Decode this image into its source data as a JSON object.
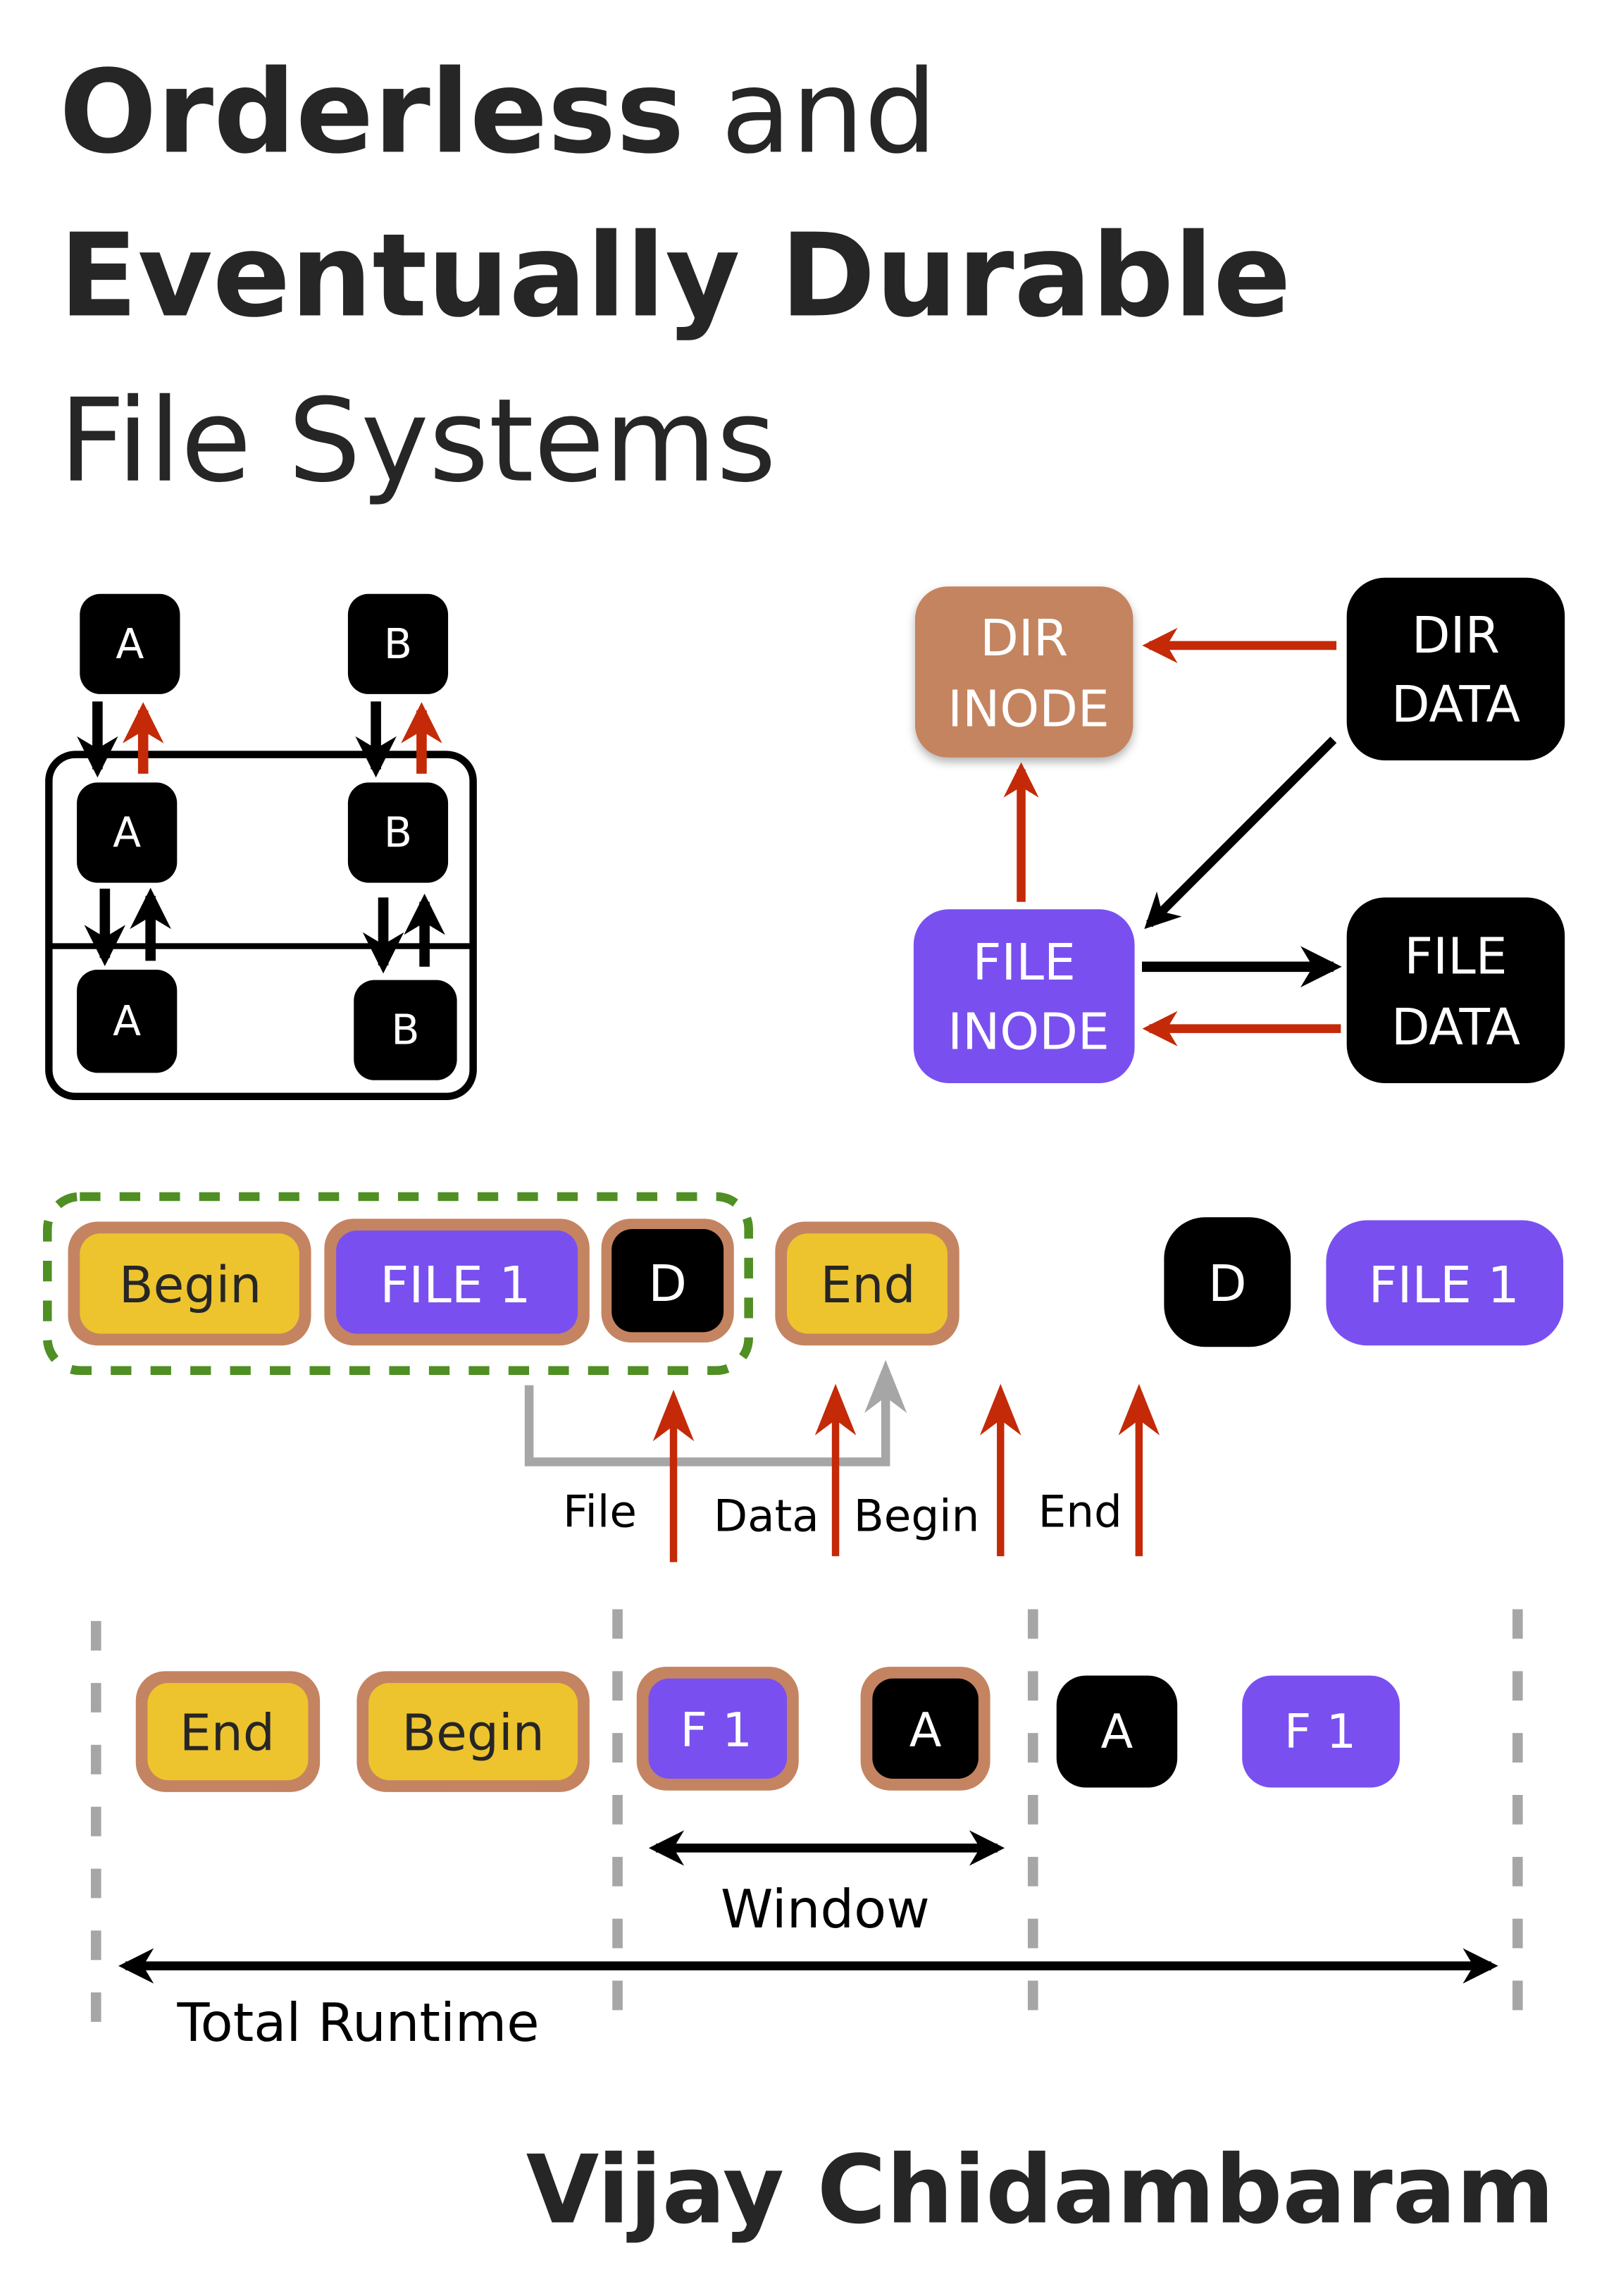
{
  "title": {
    "line1_bold": "Orderless",
    "line1_light": " and",
    "line2": "Eventually Durable",
    "line3": "File Systems"
  },
  "author": "Vijay Chidambaram",
  "colors": {
    "text": "#262626",
    "black_box": "#000000",
    "brown": "#c48461",
    "purple": "#7950ef",
    "yellow": "#edc42d",
    "red": "#c42a08",
    "green_dash": "#4f8f23",
    "gray": "#a6a6a6",
    "white": "#ffffff"
  },
  "stack_diagram": {
    "top_row": [
      "A",
      "B"
    ],
    "middle_row": [
      "A",
      "B"
    ],
    "bottom_row": [
      "A",
      "B"
    ]
  },
  "dependency_diagram": {
    "dir_inode": [
      "DIR",
      "INODE"
    ],
    "dir_data": [
      "DIR",
      "DATA"
    ],
    "file_inode": [
      "FILE",
      "INODE"
    ],
    "file_data": [
      "FILE",
      "DATA"
    ]
  },
  "transaction_strip": {
    "grouped": [
      "Begin",
      "FILE 1",
      "D"
    ],
    "end": "End",
    "pending": [
      "D",
      "FILE 1"
    ],
    "arrow_labels": [
      "File",
      "Data",
      "Begin",
      "End"
    ]
  },
  "timeline": {
    "items": [
      "End",
      "Begin",
      "F 1",
      "A",
      "A",
      "F 1"
    ],
    "window_label": "Window",
    "total_label": "Total Runtime"
  }
}
